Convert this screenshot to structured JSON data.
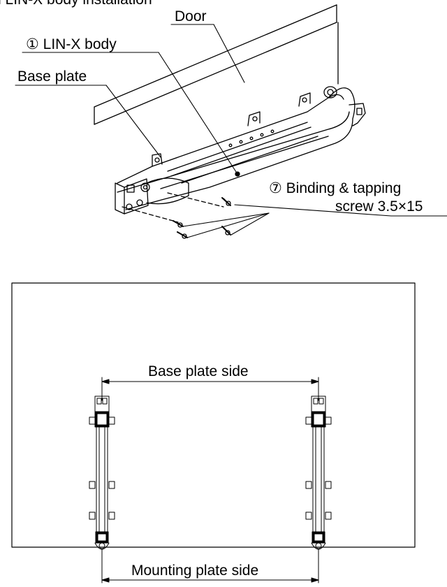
{
  "header": {
    "partial_title": "n LIN-X body installation"
  },
  "upper_figure": {
    "door_label": "Door",
    "body_label": "① LIN-X body",
    "base_plate_label": "Base plate",
    "screw_label_line1": "⑦ Binding & tapping",
    "screw_label_line2": "screw 3.5×15"
  },
  "lower_figure": {
    "top_dimension_label": "Base plate side",
    "bottom_dimension_label": "Mounting plate side"
  }
}
